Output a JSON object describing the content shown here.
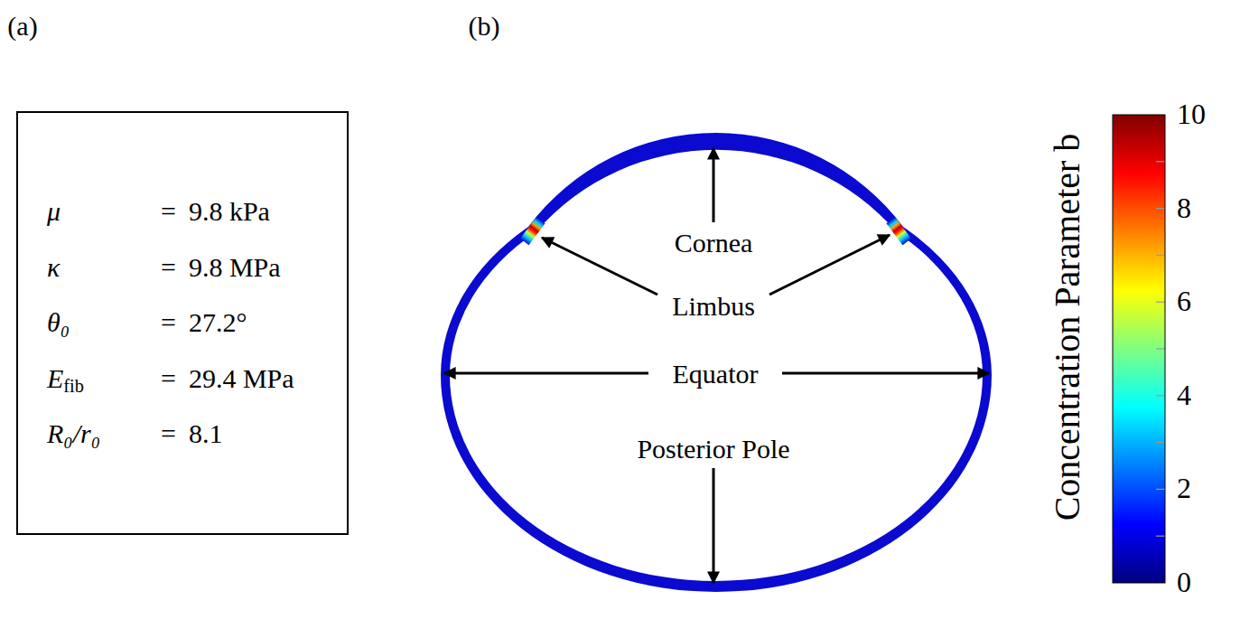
{
  "diagram": {
    "nodes": [
      {
        "text": [
          "μ",
          "=",
          "9.8 kPa",
          "κ",
          "=",
          "9.8 MPa",
          "θ₀",
          "=",
          "27.2°",
          "Efib",
          "=",
          "29.4 MPa",
          "R₀/r₀",
          "=",
          "8.1"
        ]
      }
    ],
    "labels": [
      "(a)",
      "(b)",
      "Cornea",
      "Limbus",
      "Equator",
      "Posterior Pole",
      "Concentration Parameter b",
      "10",
      "8",
      "6",
      "4",
      "2",
      "0"
    ]
  }
}
